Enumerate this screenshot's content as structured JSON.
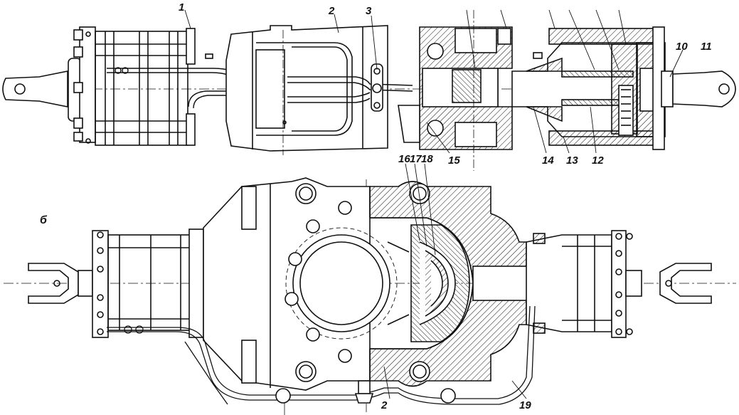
{
  "figure": {
    "view_b_letter": "б",
    "callouts": [
      {
        "id": "c1",
        "text": "1"
      },
      {
        "id": "c2",
        "text": "2"
      },
      {
        "id": "c3",
        "text": "3"
      },
      {
        "id": "c10",
        "text": "10"
      },
      {
        "id": "c11",
        "text": "11"
      },
      {
        "id": "c12",
        "text": "12"
      },
      {
        "id": "c13",
        "text": "13"
      },
      {
        "id": "c14",
        "text": "14"
      },
      {
        "id": "c15",
        "text": "15"
      },
      {
        "id": "c16",
        "text": "16"
      },
      {
        "id": "c17",
        "text": "17"
      },
      {
        "id": "c18",
        "text": "18"
      },
      {
        "id": "c2b",
        "text": "2"
      },
      {
        "id": "c19",
        "text": "19"
      }
    ]
  },
  "colors": {
    "ink": "#111111",
    "paper": "#ffffff"
  }
}
